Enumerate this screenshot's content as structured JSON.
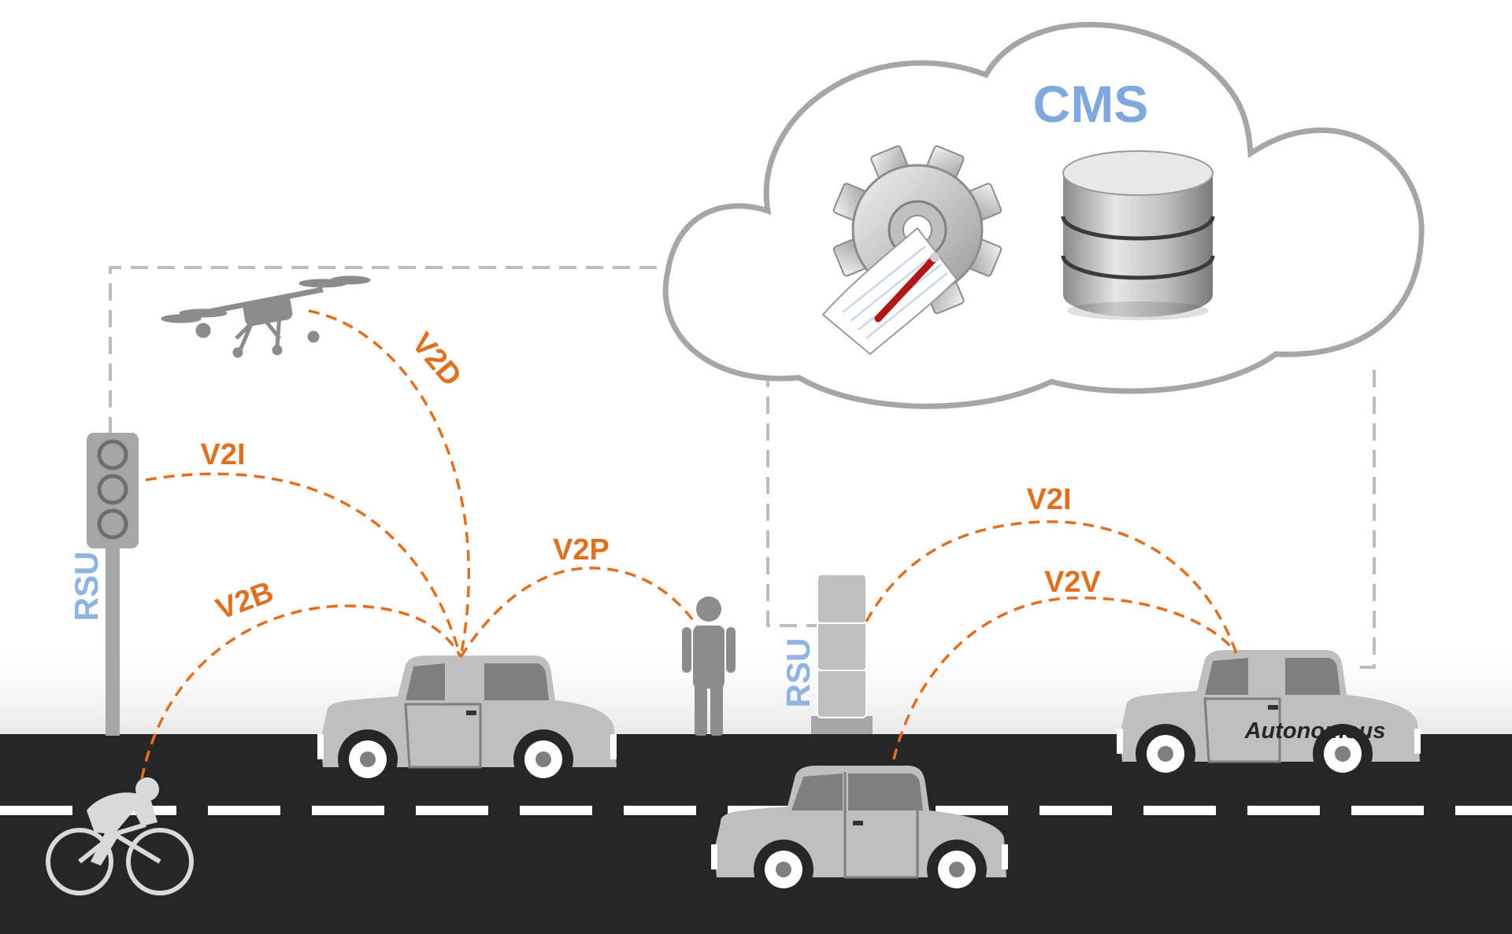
{
  "colors": {
    "link": "#e07020",
    "rsu_text": "#8fb4e0",
    "cms_text": "#7fa8dc",
    "road": "#262626",
    "lane_marking": "#ffffff",
    "cloud_stroke": "#a6a6a6",
    "connector": "#bdbdbd",
    "vehicle": "#bfbfbf",
    "vehicle_dark": "#7f7f7f",
    "silhouette": "#8c8c8c"
  },
  "cloud": {
    "label": "CMS",
    "icons": [
      "settings-gear-icon",
      "log-document-icon",
      "database-icon"
    ]
  },
  "rsu_labels": {
    "traffic_light": "RSU",
    "roadside_unit": "RSU"
  },
  "links": {
    "drone": "V2D",
    "infrastructure_left": "V2I",
    "bicycle": "V2B",
    "pedestrian": "V2P",
    "infrastructure_right": "V2I",
    "vehicle": "V2V"
  },
  "vehicles": {
    "autonomous_label": "Autonomous"
  }
}
